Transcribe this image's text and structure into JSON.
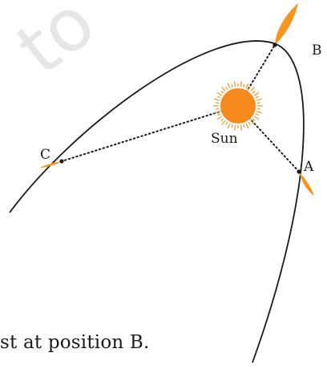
{
  "diagram": {
    "watermark_text": "to",
    "labels": {
      "sun": "Sun",
      "a": "A",
      "b": "B",
      "c": "C"
    },
    "colors": {
      "orbit": "#1a1a1a",
      "sun": "#f78a1d",
      "sun_rays": "#f59a33",
      "comet_tail": "#f5961f",
      "dotted_line": "#1a1a1a"
    }
  },
  "caption": {
    "text": "st at position B."
  }
}
